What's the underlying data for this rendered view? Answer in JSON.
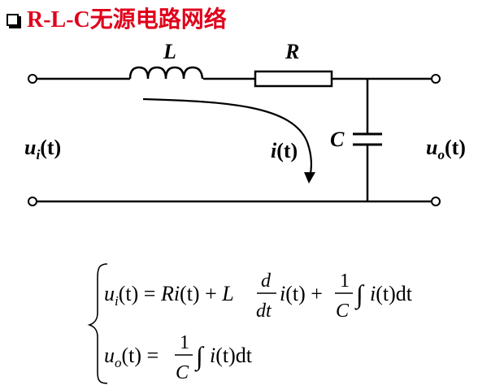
{
  "title": "R-L-C无源电路网络",
  "circuit": {
    "inductor_label": "L",
    "resistor_label": "R",
    "capacitor_label": "C",
    "current_label_i": "i",
    "current_label_t": "(t)",
    "input_u": "u",
    "input_sub": "i",
    "input_t": "(t)",
    "output_u": "u",
    "output_sub": "o",
    "output_t": "(t)"
  },
  "equations": {
    "eq1": {
      "lhs_u": "u",
      "lhs_sub": "i",
      "lhs_paren": "(t) = ",
      "term_ri": "Ri",
      "term_ri_paren": "(t) + ",
      "term_l": "L",
      "frac_num": "d",
      "frac_den": "dt",
      "term_i": "i",
      "term_i_paren": "(t) + ",
      "frac2_num": "1",
      "frac2_den": "C",
      "integral": "∫",
      "int_i": "i",
      "int_rest": "(t)dt"
    },
    "eq2": {
      "lhs_u": "u",
      "lhs_sub": "o",
      "lhs_paren": "(t) = ",
      "frac_num": "1",
      "frac_den": "C",
      "integral": "∫",
      "int_i": "i",
      "int_rest": "(t)dt"
    }
  }
}
